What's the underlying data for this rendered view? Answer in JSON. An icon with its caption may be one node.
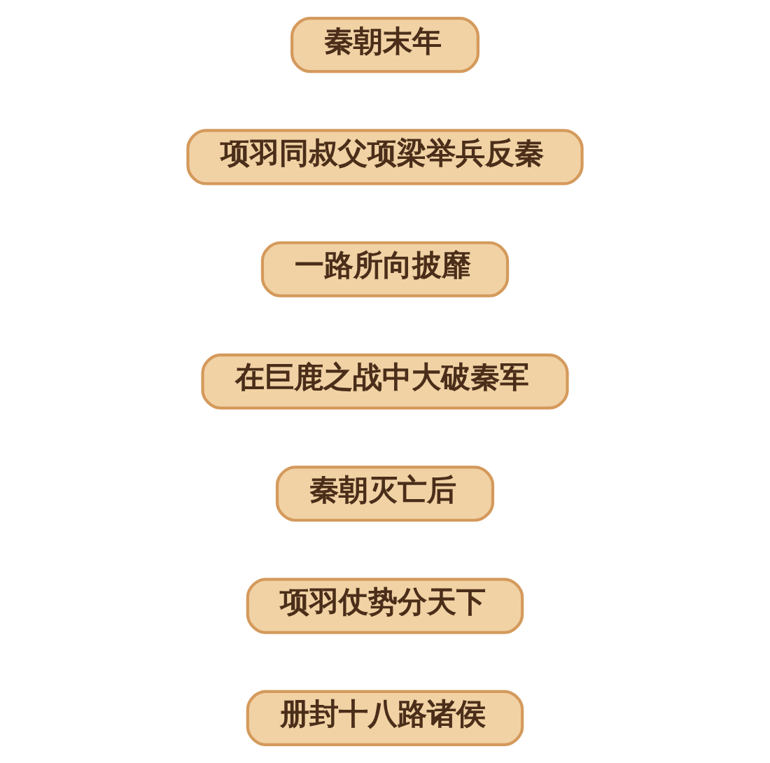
{
  "diagram": {
    "nodes": [
      {
        "text": [
          "秦朝末年"
        ]
      },
      {
        "text": [
          "项羽同叔父项梁举兵反秦"
        ]
      },
      {
        "text": [
          "一路所向披靡"
        ]
      },
      {
        "text": [
          "在巨鹿之战中大破秦军"
        ]
      },
      {
        "text": [
          "秦朝灭亡后"
        ]
      },
      {
        "text": [
          "项羽仗势分天下"
        ]
      },
      {
        "text": [
          "册封十八路诸侯"
        ]
      }
    ]
  }
}
